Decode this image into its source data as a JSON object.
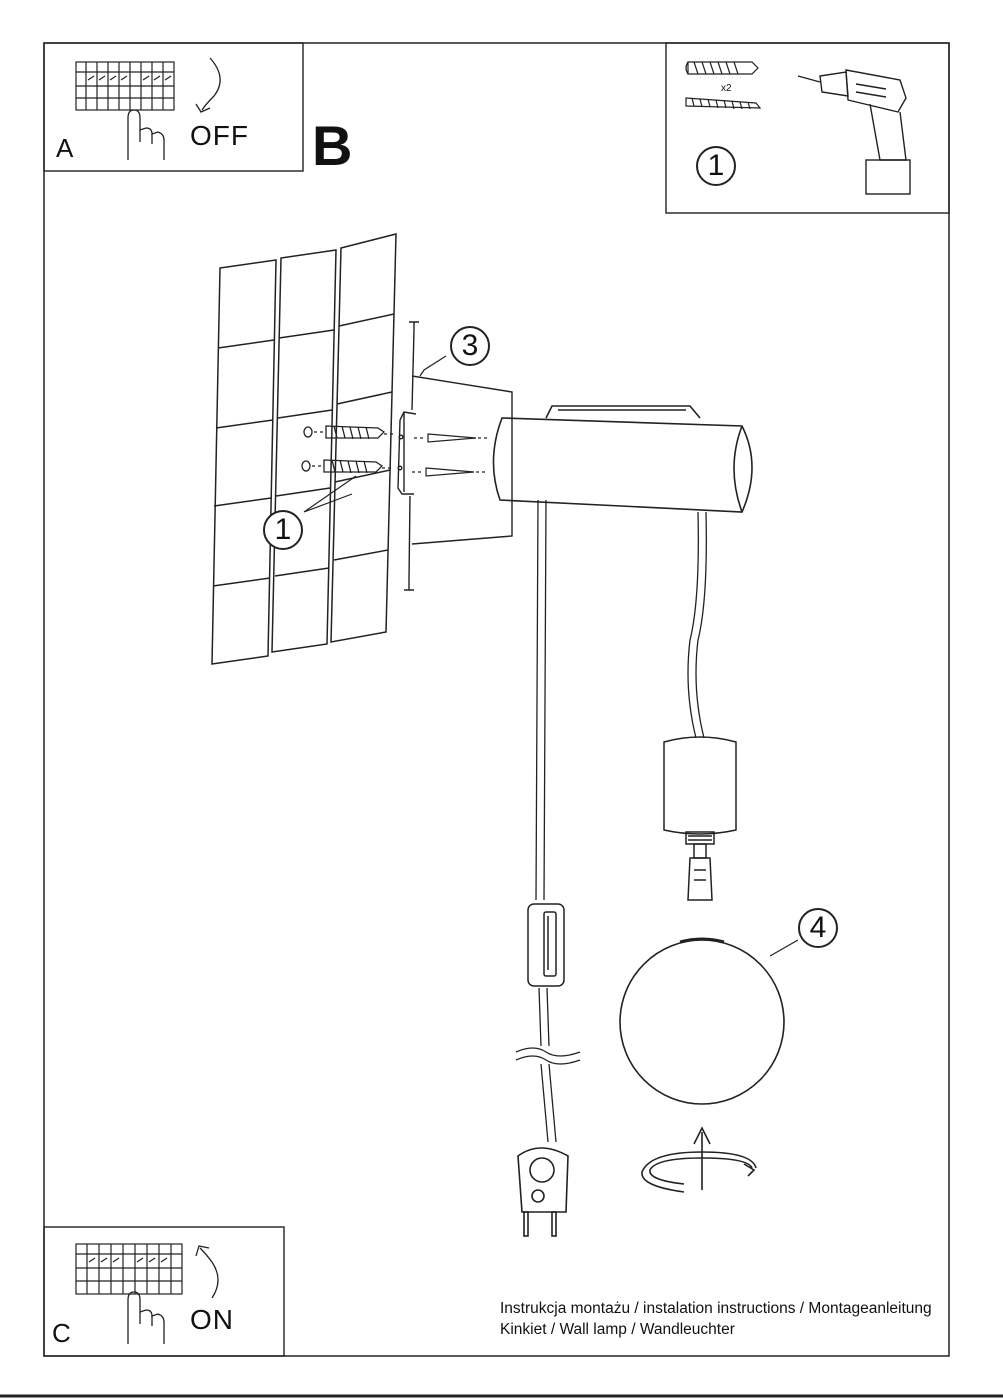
{
  "panel_a": {
    "letter": "A",
    "label": "OFF"
  },
  "panel_b": {
    "letter": "B"
  },
  "panel_c": {
    "letter": "C",
    "label": "ON"
  },
  "parts_box": {
    "callout": "1",
    "quantity": "x2"
  },
  "callouts": {
    "anchor": "1",
    "bracket": "3",
    "globe": "4"
  },
  "footer": {
    "line1": "Instrukcja montażu / instalation instructions / Montageanleitung",
    "line2": "Kinkiet / Wall lamp / Wandleuchter"
  }
}
